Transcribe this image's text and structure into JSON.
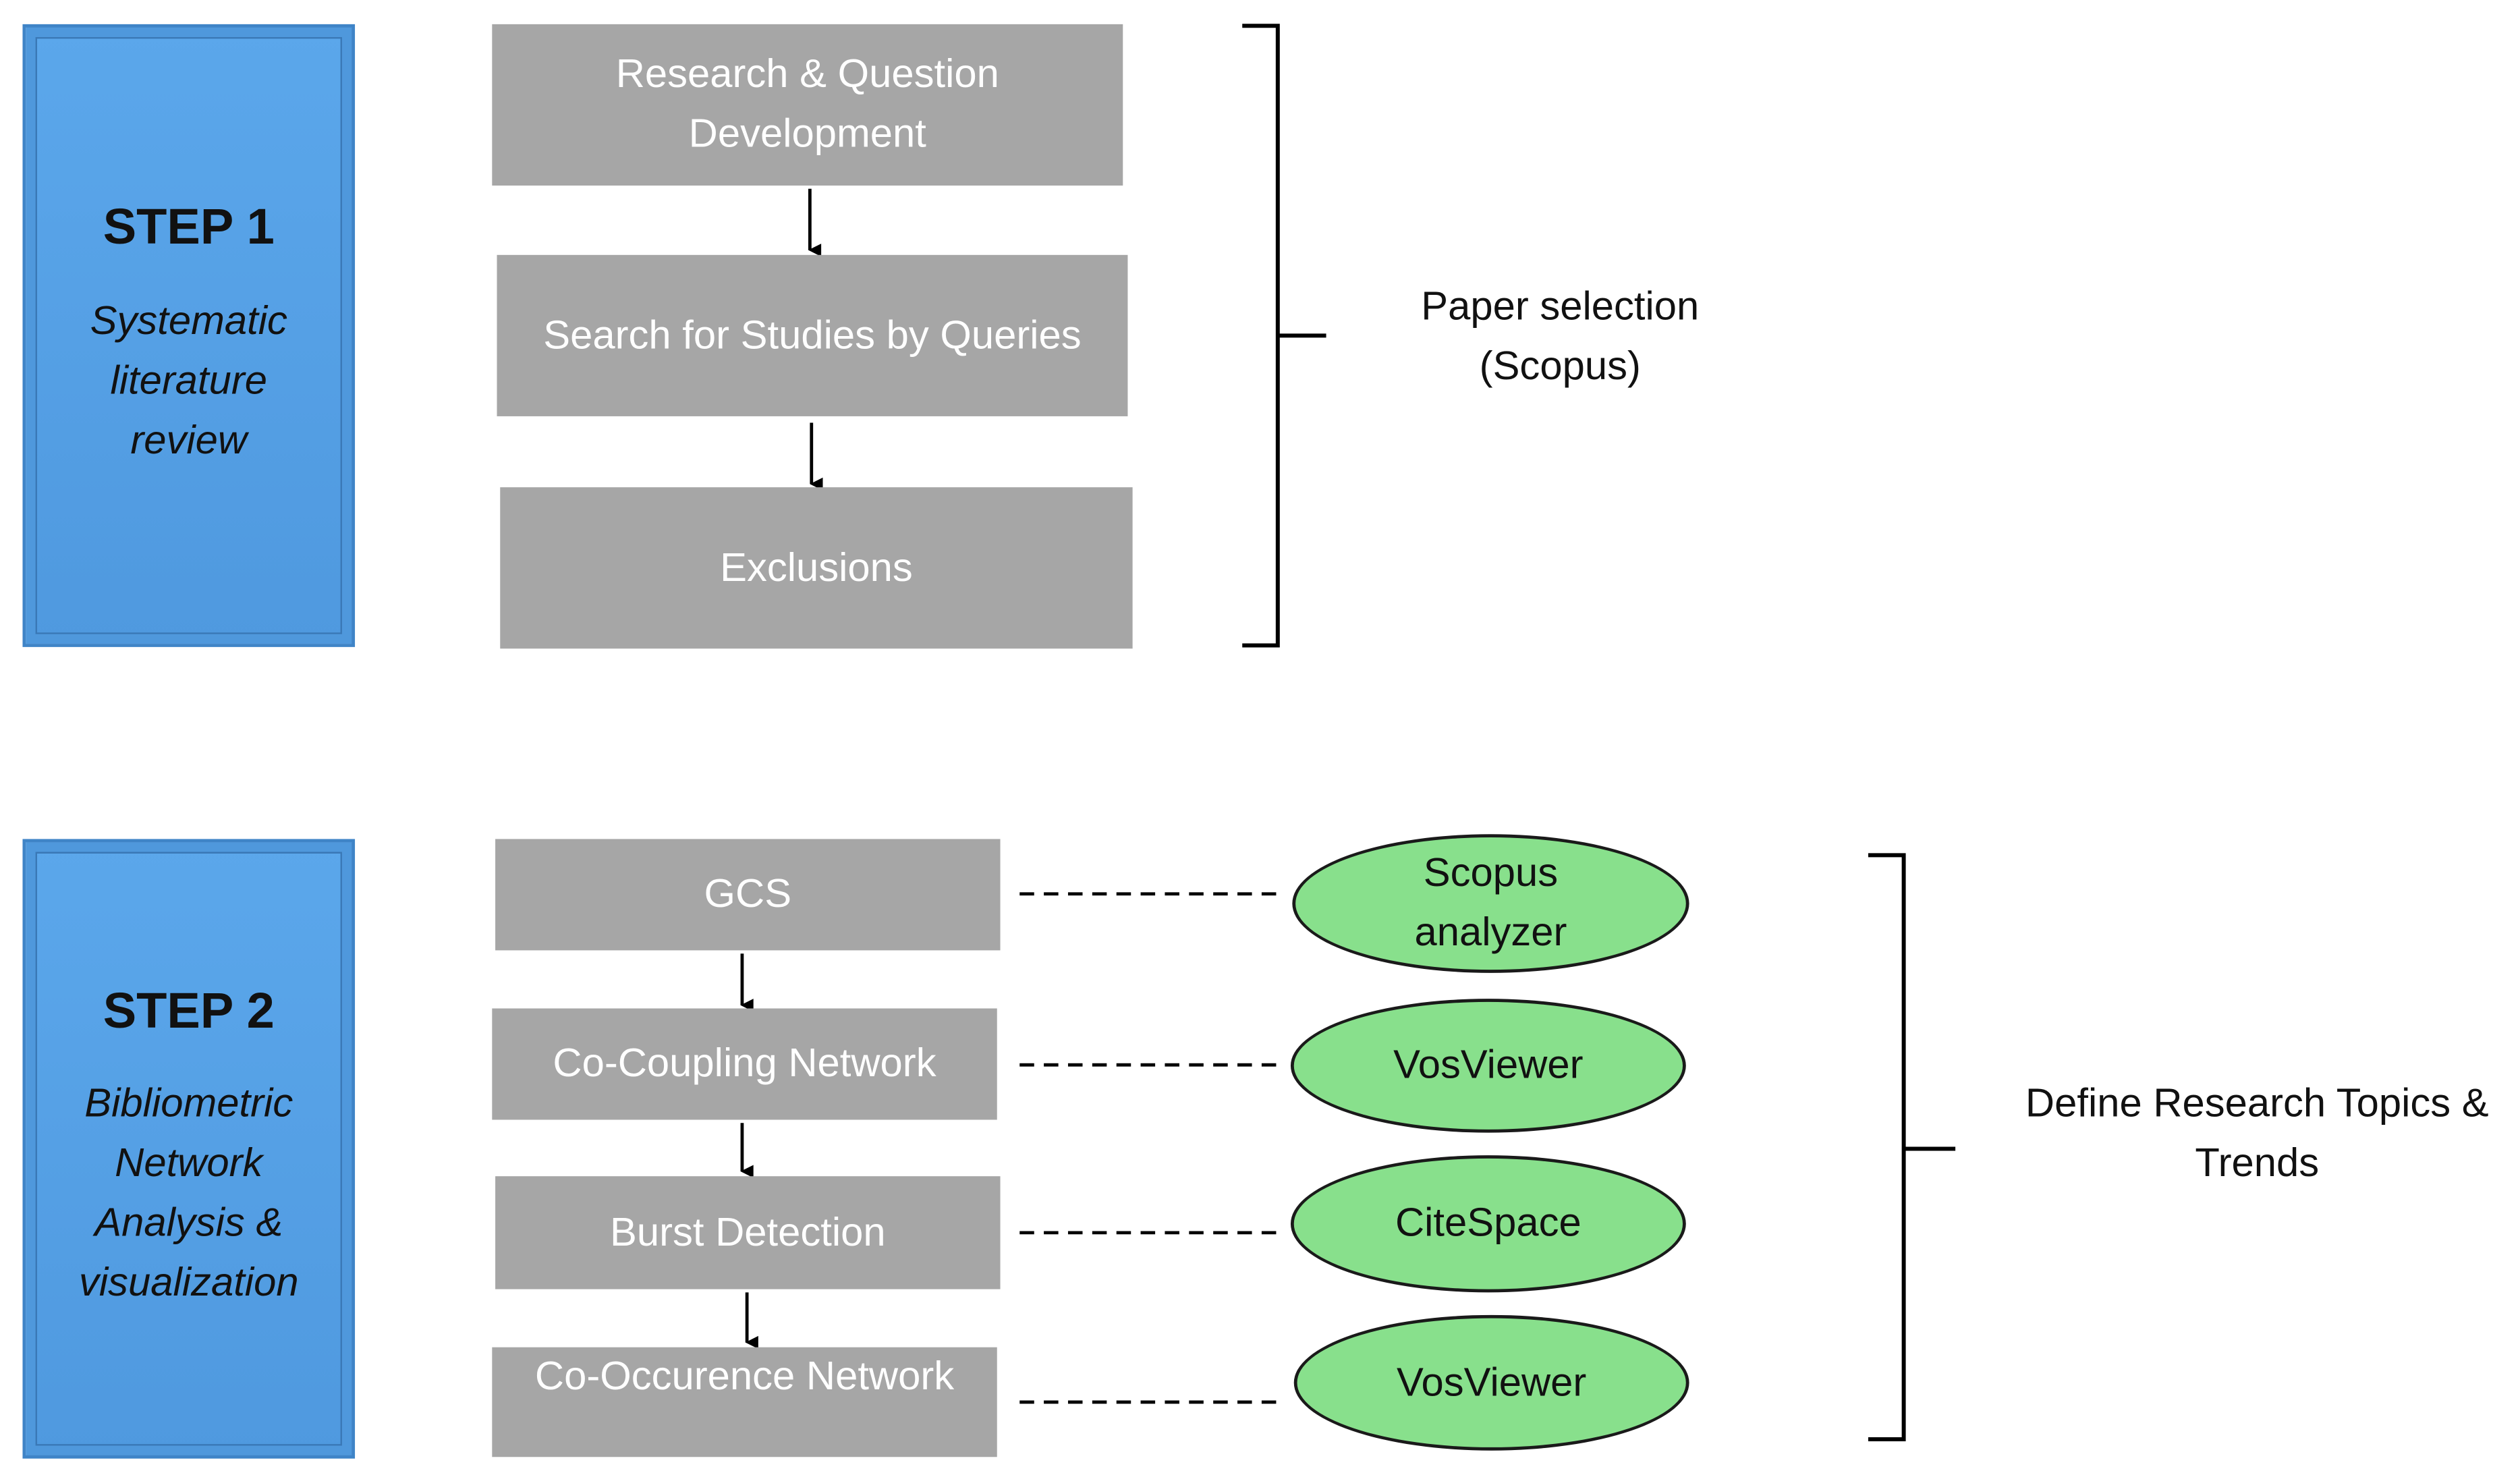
{
  "step1": {
    "title": "STEP 1",
    "subtitle": "Systematic\nliterature\nreview",
    "boxes": [
      "Research & Question Development",
      "Search for Studies by Queries",
      "Exclusions"
    ],
    "bracket_label": "Paper selection\n(Scopus)"
  },
  "step2": {
    "title": "STEP 2",
    "subtitle": "Bibliometric\nNetwork\nAnalysis &\nvisualization",
    "boxes": [
      "GCS",
      "Co-Coupling Network",
      "Burst Detection",
      "Co-Occurence Network"
    ],
    "tools": [
      "Scopus\nanalyzer",
      "VosViewer",
      "CiteSpace",
      "VosViewer"
    ],
    "bracket_label": "Define Research Topics &\nTrends"
  },
  "colors": {
    "step_box": "#5ba7eb",
    "process_box": "#a6a6a6",
    "tool_oval": "#88e08c"
  }
}
